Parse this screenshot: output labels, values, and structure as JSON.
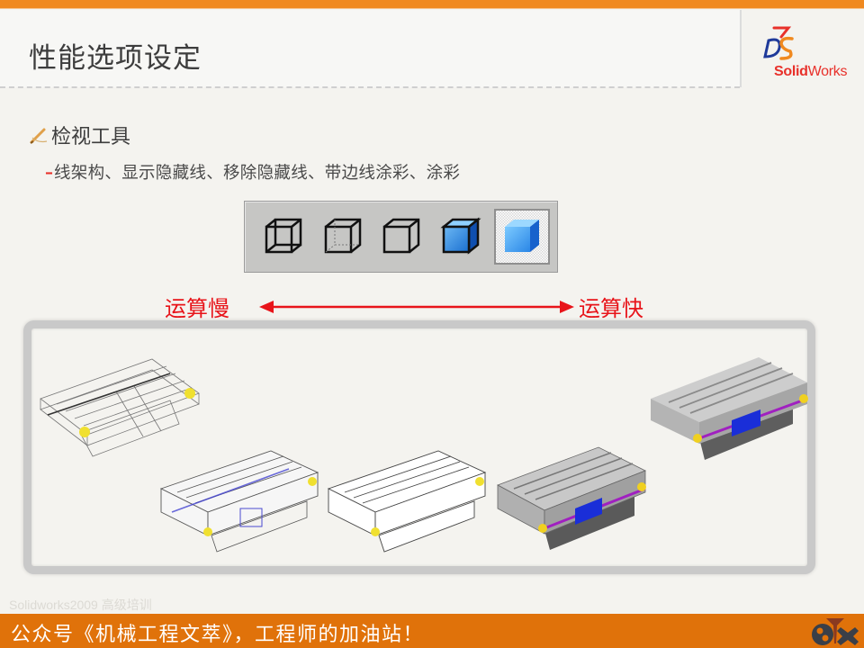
{
  "header": {
    "title": "性能选项设定",
    "logo": {
      "brand_bold": "Solid",
      "brand_regular": "Works",
      "mark": "3DS",
      "colors": {
        "red": "#e8302a",
        "blue": "#1f3a9a",
        "orange": "#f0891f"
      }
    }
  },
  "content": {
    "bullet": {
      "icon": "pen-icon",
      "heading": "检视工具"
    },
    "sub_bullet": {
      "marker": "–",
      "text": "线架构、显示隐藏线、移除隐藏线、带边线涂彩、涂彩"
    },
    "toolbar": {
      "buttons": [
        {
          "name": "wireframe",
          "icon": "wireframe-cube-icon",
          "active": false
        },
        {
          "name": "hidden-lines-visible",
          "icon": "hidden-lines-visible-cube-icon",
          "active": false
        },
        {
          "name": "hidden-lines-removed",
          "icon": "hidden-lines-removed-cube-icon",
          "active": false
        },
        {
          "name": "shaded-with-edges",
          "icon": "shaded-edges-cube-icon",
          "active": false
        },
        {
          "name": "shaded",
          "icon": "shaded-cube-icon",
          "active": true
        }
      ]
    },
    "speed_scale": {
      "slow_label": "运算慢",
      "fast_label": "运算快",
      "arrow_color": "#e8141a"
    },
    "models": [
      {
        "mode": "wireframe"
      },
      {
        "mode": "hidden-lines-visible"
      },
      {
        "mode": "hidden-lines-removed"
      },
      {
        "mode": "shaded-with-edges"
      },
      {
        "mode": "shaded"
      }
    ]
  },
  "footer": {
    "watermark": "Solidworks2009 高级培训",
    "banner_text": "公众号《机械工程文萃》，工程师的加油站！",
    "banner_color": "#e0720a"
  }
}
